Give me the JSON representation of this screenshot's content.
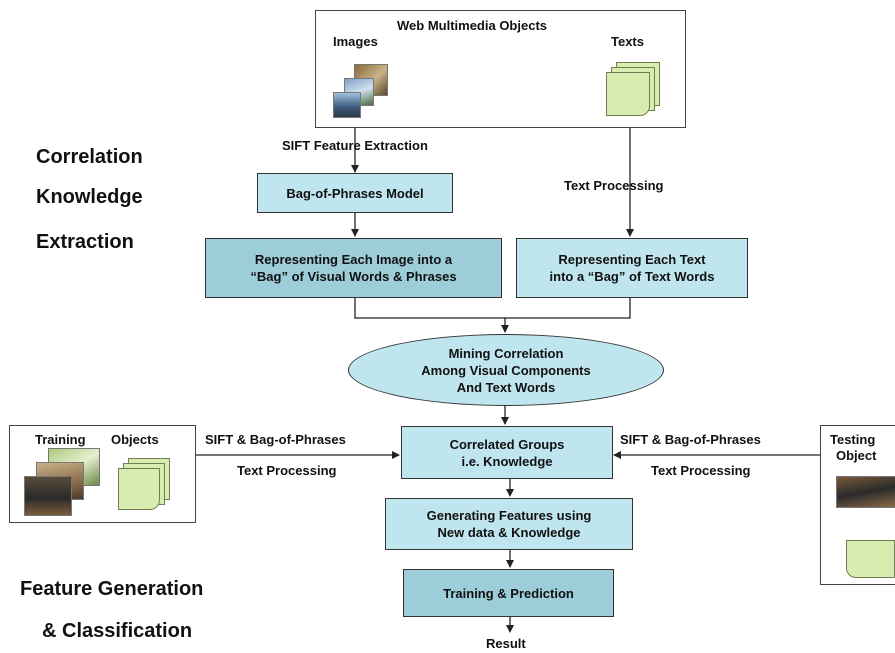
{
  "section_labels": {
    "top": [
      "Correlation",
      "Knowledge",
      "Extraction"
    ],
    "bottom": [
      "Feature Generation",
      "& Classification"
    ]
  },
  "web_objects": {
    "title": "Web Multimedia Objects",
    "images_label": "Images",
    "texts_label": "Texts"
  },
  "edge_labels": {
    "sift_extraction": "SIFT Feature Extraction",
    "text_processing": "Text Processing",
    "left_sift": "SIFT & Bag-of-Phrases",
    "left_text": "Text Processing",
    "right_sift": "SIFT & Bag-of-Phrases",
    "right_text": "Text Processing",
    "result": "Result"
  },
  "boxes": {
    "bag_of_phrases": "Bag-of-Phrases Model",
    "rep_image": [
      "Representing Each Image into a",
      "“Bag” of Visual Words & Phrases"
    ],
    "rep_text": [
      "Representing Each Text",
      "into a “Bag” of Text Words"
    ],
    "mining": [
      "Mining Correlation",
      "Among Visual Components",
      "And Text Words"
    ],
    "correlated": [
      "Correlated Groups",
      "i.e. Knowledge"
    ],
    "generating": [
      "Generating Features using",
      "New data & Knowledge"
    ],
    "training": "Training & Prediction"
  },
  "training_objects": {
    "label_a": "Training",
    "label_b": "Objects"
  },
  "testing_object": {
    "label_a": "Testing",
    "label_b": "Object"
  }
}
